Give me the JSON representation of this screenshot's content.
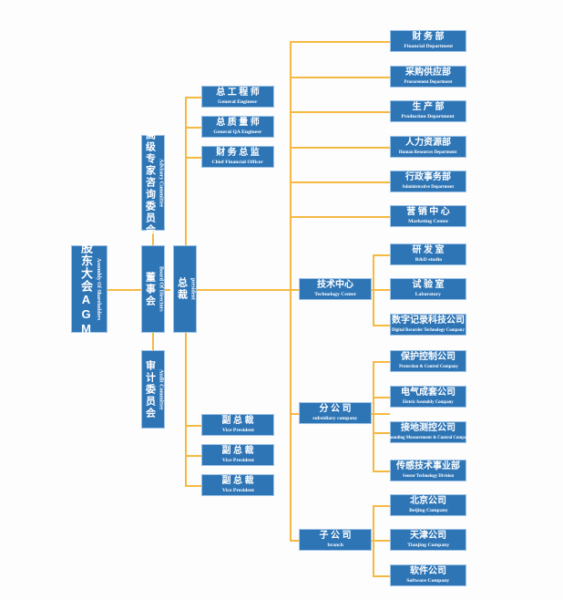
{
  "chart_data": {
    "type": "diagram",
    "title": "Organization Structure Chart",
    "accent_box_color": "#2E75B6",
    "accent_box_border": "#9DC3E6",
    "connector_color": "#F5B942",
    "text_color": "#FFFFFF",
    "background": "#FDFDFD"
  },
  "nodes": {
    "agm": {
      "cn": "股东大会AGM",
      "en": "Assembly Of Shareholders"
    },
    "board": {
      "cn": "董事会",
      "en": "Board Of Directors"
    },
    "president": {
      "cn": "总裁",
      "en": "president"
    },
    "advisory": {
      "cn": "高级专家咨询委员会",
      "en": "Advisory Committee"
    },
    "audit": {
      "cn": "审计委员会",
      "en": "Audit Committee"
    }
  },
  "staff": [
    {
      "cn": "总工程师",
      "en": "General Engineer"
    },
    {
      "cn": "总质量师",
      "en": "General QA Engineer"
    },
    {
      "cn": "财务总监",
      "en": "Chief Financial Officer"
    }
  ],
  "vice_presidents": [
    {
      "cn": "副总裁",
      "en": "Vice President"
    },
    {
      "cn": "副总裁",
      "en": "Vice President"
    },
    {
      "cn": "副总裁",
      "en": "Vice President"
    }
  ],
  "departments": [
    {
      "cn": "财务部",
      "en": "Financial Department"
    },
    {
      "cn": "采购供应部",
      "en": "Procurement Department"
    },
    {
      "cn": "生产部",
      "en": "Production Department"
    },
    {
      "cn": "人力资源部",
      "en": "Human Resources Department"
    },
    {
      "cn": "行政事务部",
      "en": "Administrative Department"
    },
    {
      "cn": "营销中心",
      "en": "Marketing Center"
    }
  ],
  "groups": [
    {
      "parent": {
        "cn": "技术中心",
        "en": "Technology Center"
      },
      "children": [
        {
          "cn": "研发室",
          "en": "R&D studio"
        },
        {
          "cn": "试验室",
          "en": "Laboratory"
        },
        {
          "cn": "数字记录科技公司",
          "en": "Digital Recorder Technology Company"
        }
      ]
    },
    {
      "parent": {
        "cn": "分公司",
        "en": "subsidiary company"
      },
      "children": [
        {
          "cn": "保护控制公司",
          "en": "Protection & Control Company"
        },
        {
          "cn": "电气成套公司",
          "en": "Eletric Assembly Company"
        },
        {
          "cn": "接地测控公司",
          "en": "Grounding Measurement & Control Company"
        },
        {
          "cn": "传感技术事业部",
          "en": "Sensor Technology Division"
        }
      ]
    },
    {
      "parent": {
        "cn": "子公司",
        "en": "branch"
      },
      "children": [
        {
          "cn": "北京公司",
          "en": "Beijing Company"
        },
        {
          "cn": "天津公司",
          "en": "Tianjing Company"
        },
        {
          "cn": "软件公司",
          "en": "Software Company"
        }
      ]
    }
  ]
}
